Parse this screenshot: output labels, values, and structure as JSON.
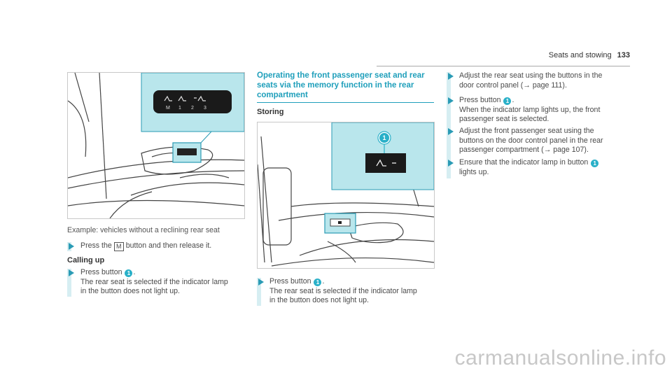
{
  "header": {
    "title": "Seats and stowing",
    "page": "133"
  },
  "left": {
    "figure": {
      "labels": [
        "M",
        "1",
        "2",
        "3"
      ]
    },
    "caption": "Example: vehicles without a reclining rear seat",
    "step1_pre": "Press the",
    "step1_key": "M",
    "step1_post": "button and then release it.",
    "subheading": "Calling up",
    "step2_pre": "Press button",
    "step2_num": "1",
    "step2_post": ".",
    "step2_detail1": "The rear seat is selected if the indicator lamp",
    "step2_detail2": "in the button does not light up."
  },
  "middle": {
    "heading_line1": "Operating the front passenger seat and rear",
    "heading_line2": "seats via the memory function in the rear",
    "heading_line3": "compartment",
    "subheading": "Storing",
    "figure": {
      "callout": "1"
    },
    "step_pre": "Press button",
    "step_num": "1",
    "step_post": ".",
    "detail1": "The rear seat is selected if the indicator lamp",
    "detail2": "in the button does not light up."
  },
  "right": {
    "s1_line1": "Adjust the rear seat using the buttons in the",
    "s1_line2": "door control panel (→ page 111).",
    "s2_pre": "Press button",
    "s2_num": "1",
    "s2_post": ".",
    "s2_line2": "When the indicator lamp lights up, the front",
    "s2_line3": "passenger seat is selected.",
    "s3_line1": "Adjust the front passenger seat using the",
    "s3_line2": "buttons on the door control panel in the rear",
    "s3_line3": "passenger compartment (→ page 107).",
    "s4_pre": "Ensure that the indicator lamp in button",
    "s4_num": "1",
    "s4_line2": "lights up."
  },
  "watermark": "carmanualsonline.info",
  "colors": {
    "accent": "#1f9fbb",
    "highlight": "#b9e6ec",
    "panel": "#1a1a1a"
  }
}
